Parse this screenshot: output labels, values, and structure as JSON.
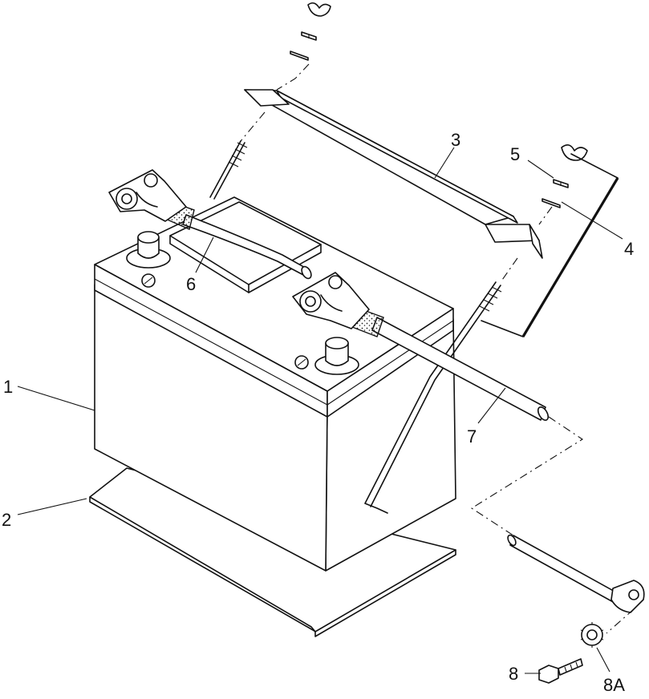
{
  "diagram": {
    "callouts": {
      "battery": "1",
      "pad": "2",
      "hold_down_bar": "3",
      "washer": "4",
      "lock_washer": "5",
      "positive_cable": "6",
      "negative_cable": "7",
      "bolt": "8",
      "star_washer": "8A"
    }
  }
}
